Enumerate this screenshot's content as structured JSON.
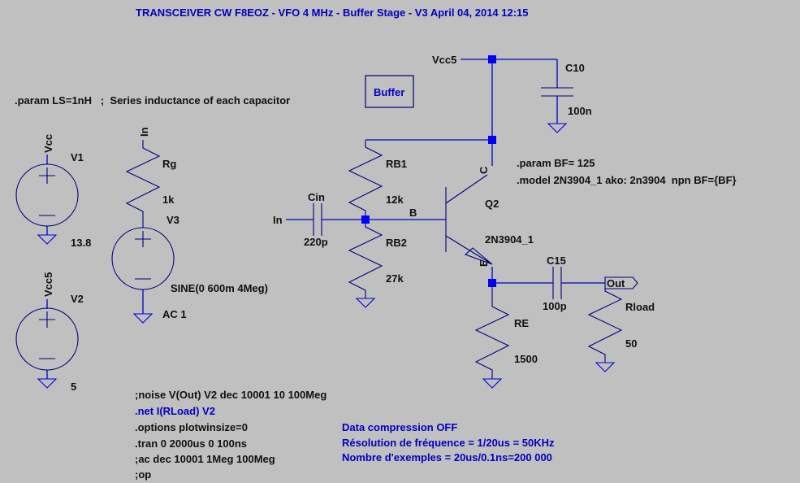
{
  "title": "TRANSCEIVER CW F8EOZ - VFO 4 MHz - Buffer Stage - V3 April 04, 2014 12:15",
  "colors": {
    "background": "#c0c0c0",
    "wire": "#0000c0",
    "junction": "#0000ff",
    "label": "#101010",
    "directive_blue": "#0000c0"
  },
  "param_ls": ".param LS=1nH   ;  Series inductance of each capacitor",
  "buffer_label": "Buffer",
  "components": {
    "v1": {
      "name": "V1",
      "value": "13.8",
      "net": "Vcc"
    },
    "v2": {
      "name": "V2",
      "value": "5",
      "net": "Vcc5"
    },
    "v3": {
      "name": "V3",
      "value": "SINE(0 600m 4Meg)",
      "ac": "AC 1"
    },
    "rg": {
      "name": "Rg",
      "value": "1k",
      "net": "In"
    },
    "cin": {
      "name": "Cin",
      "value": "220p",
      "net": "In"
    },
    "rb1": {
      "name": "RB1",
      "value": "12k"
    },
    "rb2": {
      "name": "RB2",
      "value": "27k"
    },
    "q2": {
      "name": "Q2",
      "model": "2N3904_1",
      "pin_c": "C",
      "pin_b": "B",
      "pin_e": "E"
    },
    "re": {
      "name": "RE",
      "value": "1500"
    },
    "c10": {
      "name": "C10",
      "value": "100n",
      "net": "Vcc5"
    },
    "c15": {
      "name": "C15",
      "value": "100p"
    },
    "rload": {
      "name": "Rload",
      "value": "50"
    },
    "out_port": "Out"
  },
  "directives_model": [
    ".param BF= 125",
    ".model 2N3904_1 ako: 2n3904  npn BF={BF}"
  ],
  "directives_sim": [
    {
      "text": ";noise V(Out) V2 dec 10001 10 100Meg",
      "color": "black"
    },
    {
      "text": ".net I(RLoad) V2",
      "color": "blue"
    },
    {
      "text": ".options plotwinsize=0",
      "color": "black"
    },
    {
      "text": ".tran 0 2000us 0 100ns",
      "color": "black"
    },
    {
      "text": ";ac dec 10001 1Meg 100Meg",
      "color": "black"
    },
    {
      "text": ";op",
      "color": "black"
    }
  ],
  "notes": [
    "Data compression OFF",
    "Résolution de fréquence = 1/20us = 50KHz",
    "Nombre d'exemples = 20us/0.1ns=200 000"
  ]
}
